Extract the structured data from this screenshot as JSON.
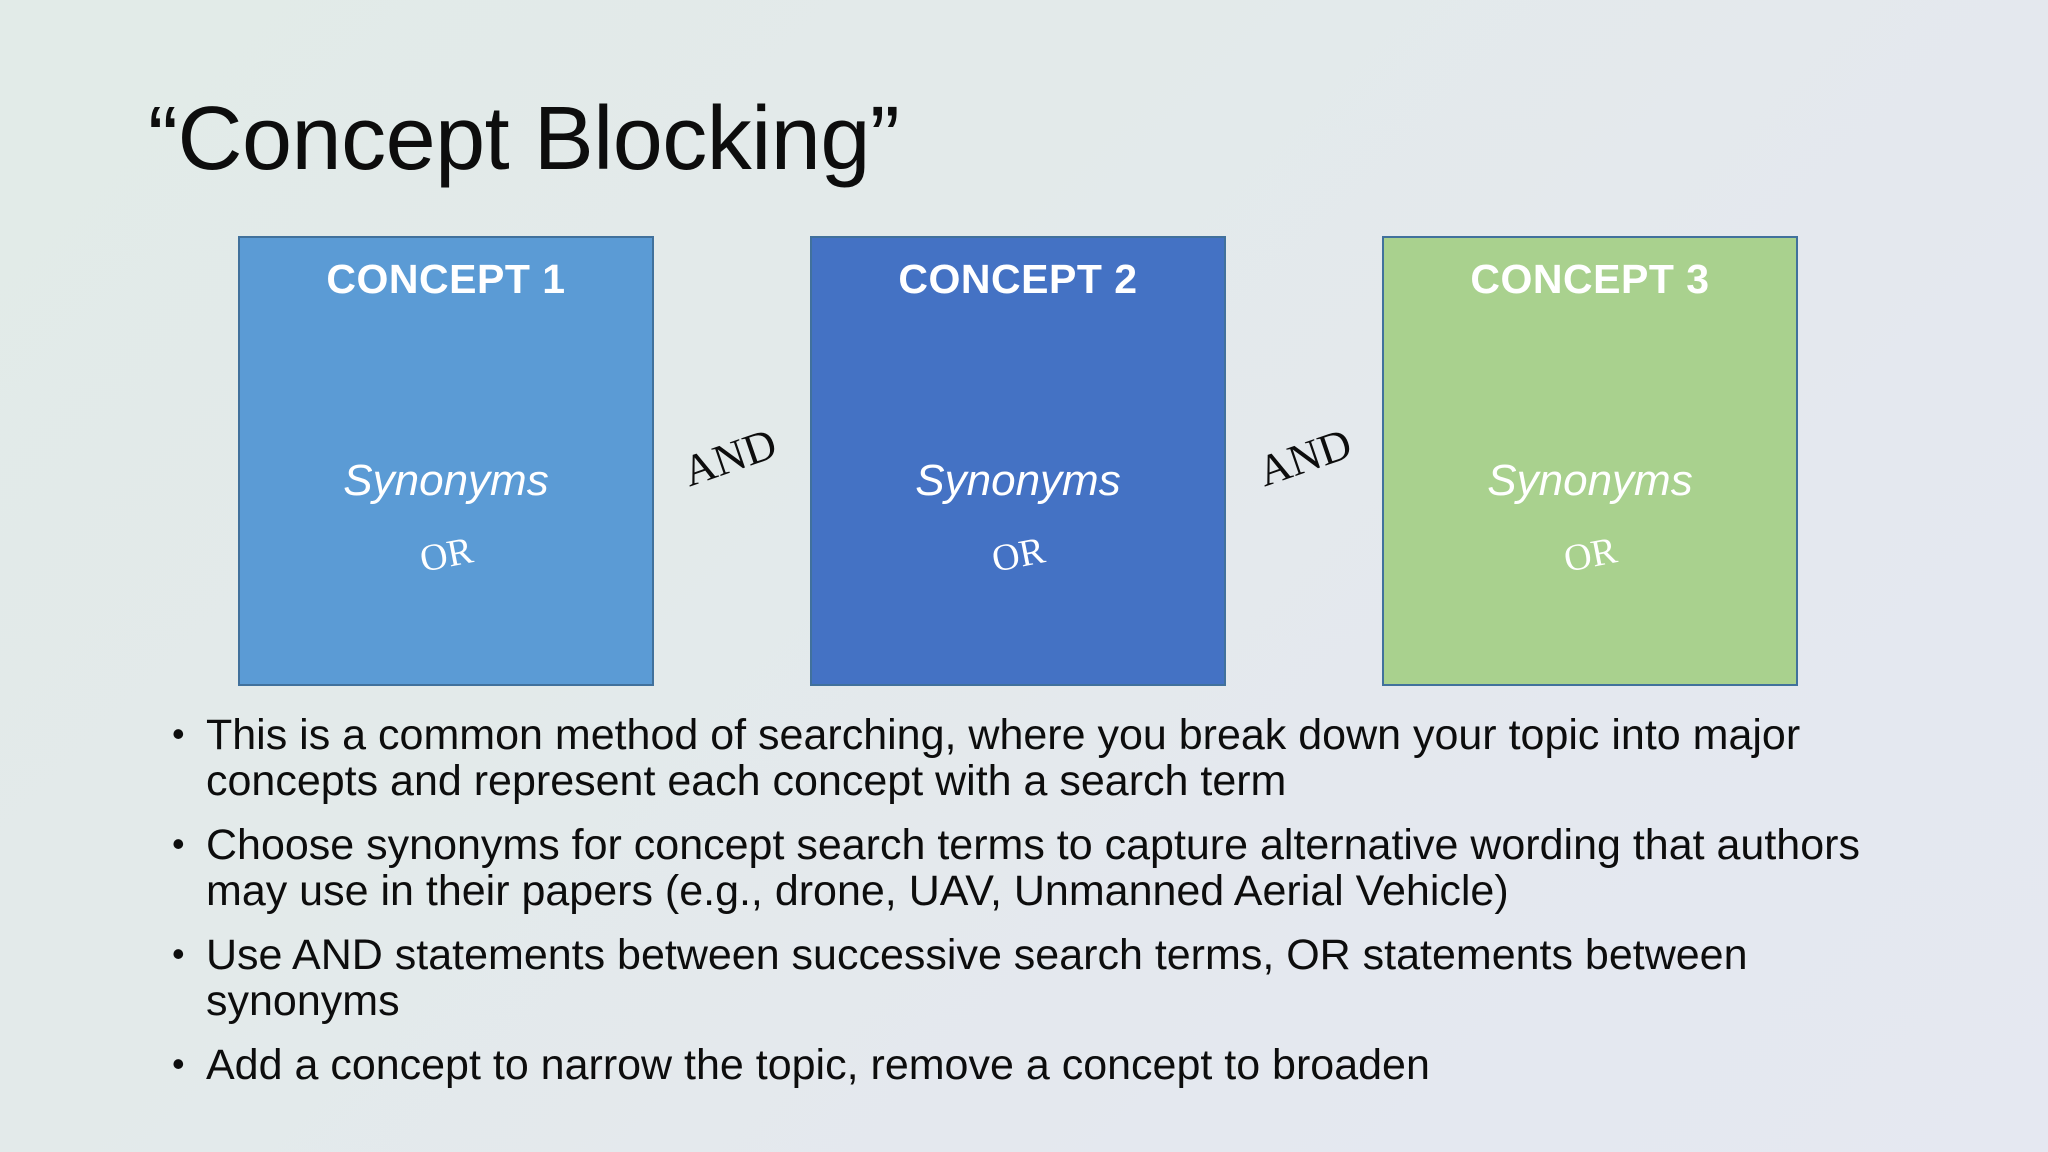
{
  "slide": {
    "title": "“Concept Blocking”",
    "background_start": "#e2ebe8",
    "background_end": "#e5e8f1"
  },
  "diagram": {
    "boxes": [
      {
        "heading": "CONCEPT 1",
        "synonyms_label": "Synonyms",
        "or_label": "OR",
        "fill": "#5b9bd5",
        "border": "#41719c"
      },
      {
        "heading": "CONCEPT 2",
        "synonyms_label": "Synonyms",
        "or_label": "OR",
        "fill": "#4472c4",
        "border": "#41719c"
      },
      {
        "heading": "CONCEPT 3",
        "synonyms_label": "Synonyms",
        "or_label": "OR",
        "fill": "#a9d18e",
        "border": "#41719c"
      }
    ],
    "connectors": [
      {
        "label": "AND"
      },
      {
        "label": "AND"
      }
    ]
  },
  "bullets": [
    {
      "marker": "•",
      "text": "This is a common method of searching, where you break down your topic into major concepts and represent each concept with a search term"
    },
    {
      "marker": "•",
      "text": "Choose synonyms for concept search terms to capture alternative wording that authors may use in their papers (e.g., drone, UAV, Unmanned Aerial Vehicle)"
    },
    {
      "marker": "•",
      "text": "Use AND statements between successive search terms, OR statements between synonyms"
    },
    {
      "marker": "•",
      "text": "Add a concept to narrow the topic, remove a concept to broaden"
    }
  ]
}
